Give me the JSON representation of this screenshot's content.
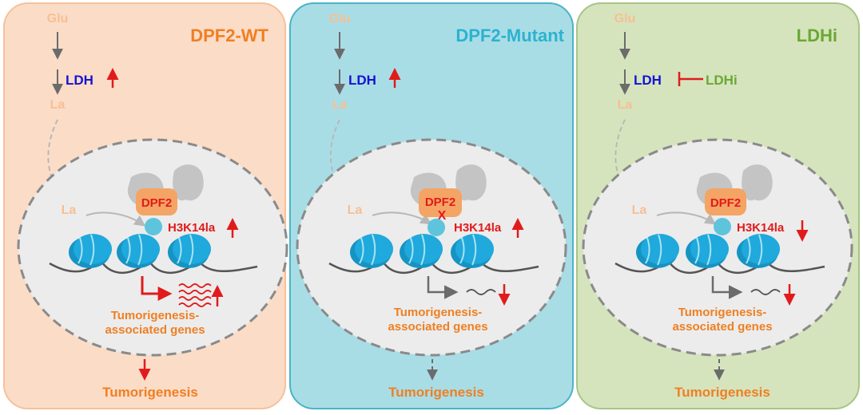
{
  "colors": {
    "wt_bg": "#fbdcc7",
    "wt_border": "#f5c19b",
    "mut_bg": "#a9dde6",
    "mut_border": "#4ab3c6",
    "ldhi_bg": "#d5e4bd",
    "ldhi_border": "#a8c487",
    "title_orange": "#ef7f22",
    "title_blue": "#2cb3cf",
    "title_green": "#6aa834",
    "metabolite": "#f7bf93",
    "ldh_blue": "#1414d2",
    "red": "#e11b1b",
    "nucleus": "#ececec",
    "nucleosome": "#1fa9dc",
    "dpf2": "#f4a464",
    "gene_text": "#ef7f22"
  },
  "panels": [
    {
      "id": "wt",
      "title": "DPF2-WT",
      "glu": "Glu",
      "ldh": "LDH",
      "ldh_effect": "up",
      "la_top": "La",
      "la_nuc": "La",
      "dpf2": "DPF2",
      "mutation_mark": "",
      "mark": "H3K14la",
      "mark_effect": "up",
      "expression_effect": "up",
      "genes_line1": "Tumorigenesis-",
      "genes_line2": "associated genes",
      "outcome": "Tumorigenesis",
      "outcome_arrow": "red"
    },
    {
      "id": "mut",
      "title": "DPF2-Mutant",
      "glu": "Glu",
      "ldh": "LDH",
      "ldh_effect": "up",
      "la_top": "La",
      "la_nuc": "La",
      "dpf2": "DPF2",
      "mutation_mark": "X",
      "mark": "H3K14la",
      "mark_effect": "up",
      "expression_effect": "down",
      "genes_line1": "Tumorigenesis-",
      "genes_line2": "associated genes",
      "outcome": "Tumorigenesis",
      "outcome_arrow": "dashed-gray"
    },
    {
      "id": "ldhi",
      "title": "LDHi",
      "glu": "Glu",
      "ldh": "LDH",
      "ldh_effect": "inhibited",
      "inhibitor": "LDHi",
      "la_top": "La",
      "la_nuc": "La",
      "dpf2": "DPF2",
      "mutation_mark": "",
      "mark": "H3K14la",
      "mark_effect": "down",
      "expression_effect": "down",
      "genes_line1": "Tumorigenesis-",
      "genes_line2": "associated genes",
      "outcome": "Tumorigenesis",
      "outcome_arrow": "dashed-gray"
    }
  ]
}
